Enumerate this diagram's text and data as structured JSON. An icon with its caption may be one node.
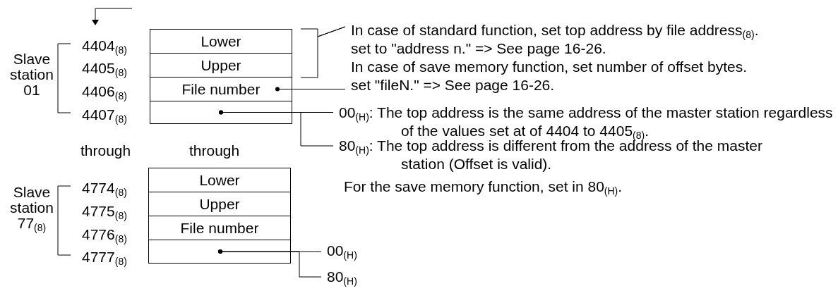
{
  "diagram": {
    "nodes": [
      {
        "text": [
          "Lower"
        ]
      },
      {
        "text": [
          "Upper"
        ]
      },
      {
        "text": [
          "File number"
        ]
      },
      {
        "text": [],
        "shape": "box"
      },
      {
        "text": [
          "In case of standard function, set top address by file address$_{(8)}$.",
          "set to \"address n.\" => See page 16-26.",
          "In case of save memory function, set number of offset bytes."
        ]
      },
      {
        "text": [
          "set \"fileN.\" => See page 16-26."
        ]
      },
      {
        "text": [
          "00$_{(H)}$: The top address is the same address of the master station regardless of the values set at of 4404 to 4405$_{(8)}$."
        ]
      },
      {
        "text": [
          "80$_{(H)}$: The top address is different from the address of the master station (Offset is valid)."
        ]
      },
      {
        "text": [
          "Lower"
        ]
      },
      {
        "text": [
          "Upper"
        ]
      },
      {
        "text": [
          "File number"
        ]
      },
      {
        "text": [],
        "shape": "box"
      },
      {
        "text": [
          "00$_{(H)}$"
        ]
      },
      {
        "text": [
          "80$_{(H)}$"
        ]
      }
    ],
    "edges": [
      {
        "from": 0,
        "to": 4,
        "arrow": "none"
      },
      {
        "from": 1,
        "to": 4,
        "arrow": "none"
      },
      {
        "from": 2,
        "to": 5,
        "arrow": "other"
      },
      {
        "from": 3,
        "to": 6,
        "arrow": "other"
      },
      {
        "from": 3,
        "to": 7,
        "arrow": "other"
      },
      {
        "from": 11,
        "to": 12,
        "arrow": "other"
      },
      {
        "from": 11,
        "to": 13,
        "arrow": "other"
      }
    ],
    "labels": [
      "4404$_{(8)}$",
      "4405$_{(8)}$",
      "4406$_{(8)}$",
      "4407$_{(8)}$",
      "Slave station 01",
      "through",
      "through",
      "For the save memory function, set in 80$_{(H)}$.",
      "4774$_{(8)}$",
      "4775$_{(8)}$",
      "4776$_{(8)}$",
      "4777$_{(8)}$",
      "Slave station 77$_{(8)}$"
    ]
  }
}
